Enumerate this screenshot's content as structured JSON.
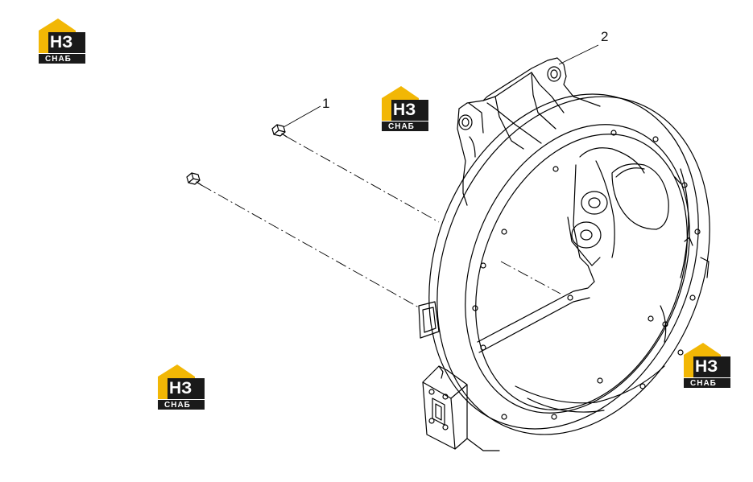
{
  "callouts": {
    "part1": "1",
    "part2": "2"
  },
  "logo": {
    "mark": "НЗ",
    "caption": "СНАБ",
    "colors": {
      "roof": "#f2b705",
      "box": "#1a1a1a",
      "caption_text": "#ffffff"
    }
  },
  "colors": {
    "line": "#000000",
    "background": "#ffffff"
  }
}
